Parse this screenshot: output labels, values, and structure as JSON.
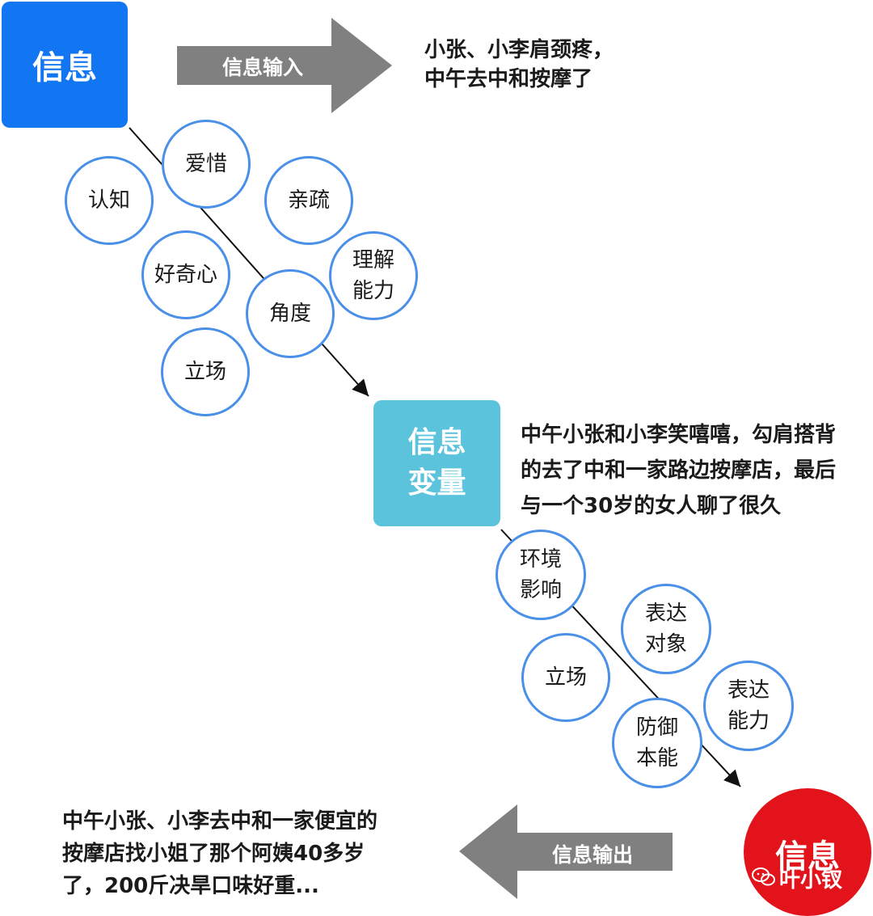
{
  "nodes": {
    "info_top": "信息",
    "info_variable": [
      "信息",
      "变量"
    ],
    "info_bottom": "信息"
  },
  "arrows": {
    "input_label": "信息输入",
    "output_label": "信息输出"
  },
  "texts": {
    "input_text": [
      "小张、小李肩颈疼，",
      "中午去中和按摩了"
    ],
    "variable_text": [
      "中午小张和小李笑嘻嘻，勾肩搭背",
      "的去了中和一家路边按摩店，最后",
      "与一个30岁的女人聊了很久"
    ],
    "output_text": [
      "中午小张、小李去中和一家便宜的",
      "按摩店找小姐了那个阿姨40多岁",
      "了，200斤决旱口味好重..."
    ]
  },
  "filters_upper": [
    [
      "认知"
    ],
    [
      "爱惜"
    ],
    [
      "亲疏"
    ],
    [
      "好奇心"
    ],
    [
      "理解",
      "能力"
    ],
    [
      "角度"
    ],
    [
      "立场"
    ]
  ],
  "filters_lower": [
    [
      "环境",
      "影响"
    ],
    [
      "表达",
      "对象"
    ],
    [
      "立场"
    ],
    [
      "表达",
      "能力"
    ],
    [
      "防御",
      "本能"
    ]
  ],
  "watermark": "叶小钗",
  "colors": {
    "blue_box": "#1275f2",
    "teal_box": "#5bc3dc",
    "red_circle": "#e2131a",
    "arrow_gray": "#808080",
    "circle_border": "#4a8fe8"
  }
}
